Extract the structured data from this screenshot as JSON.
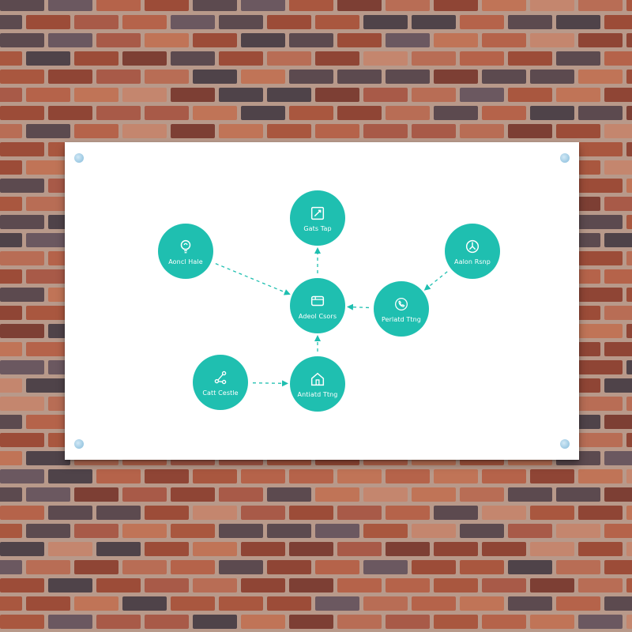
{
  "colors": {
    "node_fill": "#1fbfb0",
    "connector": "#1fbfb0",
    "sign_background": "#ffffff",
    "bolt": "#9bc8e2"
  },
  "nodes": [
    {
      "id": "top",
      "label": "Gats Tap",
      "icon": "edit-square-icon"
    },
    {
      "id": "left",
      "label": "Aoncl Hale",
      "icon": "lightbulb-icon"
    },
    {
      "id": "right",
      "label": "Aalon Rsnp",
      "icon": "clock-icon"
    },
    {
      "id": "center",
      "label": "Adeol Csors",
      "icon": "box-icon"
    },
    {
      "id": "mid-right",
      "label": "Perlatd Ttng",
      "icon": "phone-icon"
    },
    {
      "id": "bottom-left",
      "label": "Catt Cestle",
      "icon": "share-icon"
    },
    {
      "id": "bottom",
      "label": "Antiatd Ttng",
      "icon": "home-icon"
    }
  ],
  "edges": [
    {
      "from": "center",
      "to": "top"
    },
    {
      "from": "left",
      "to": "center"
    },
    {
      "from": "right",
      "to": "mid-right"
    },
    {
      "from": "mid-right",
      "to": "center"
    },
    {
      "from": "bottom-left",
      "to": "bottom"
    },
    {
      "from": "bottom",
      "to": "center"
    }
  ]
}
